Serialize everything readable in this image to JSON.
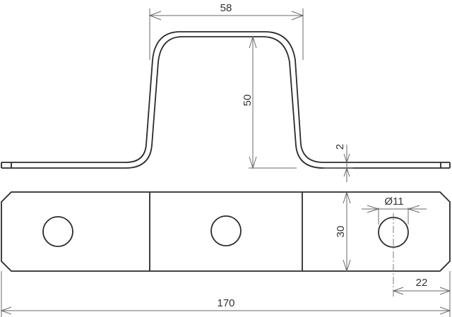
{
  "drawing": {
    "type": "technical-drawing",
    "views": [
      "side-profile",
      "top-plan"
    ],
    "line_color": "#2b2b2b",
    "dimension_color": "#6a6a6a"
  },
  "dimensions": {
    "top_width": "58",
    "height": "50",
    "thickness": "2",
    "plate_width": "30",
    "hole_diameter": "Ø11",
    "hole_edge_offset": "22",
    "overall_length": "170"
  }
}
